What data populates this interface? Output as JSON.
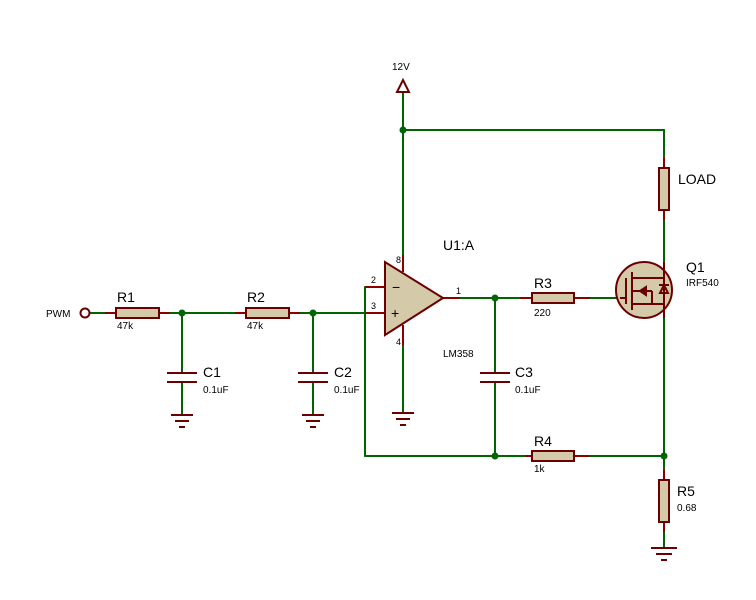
{
  "colors": {
    "wire": "#006400",
    "component_outline": "#6b0000",
    "resistor_fill": "#d4c9a8",
    "pin": "#8b0000"
  },
  "labels": {
    "pwm": "PWM",
    "supply": "12V",
    "load": "LOAD",
    "opamp_ref": "U1:A",
    "opamp_part": "LM358",
    "transistor_ref": "Q1",
    "transistor_part": "IRF540"
  },
  "pins": {
    "p8": "8",
    "p4": "4",
    "p2": "2",
    "p3": "3",
    "p1": "1",
    "minus": "−",
    "plus": "+"
  },
  "components": {
    "R1": {
      "ref": "R1",
      "value": "47k"
    },
    "R2": {
      "ref": "R2",
      "value": "47k"
    },
    "R3": {
      "ref": "R3",
      "value": "220"
    },
    "R4": {
      "ref": "R4",
      "value": "1k"
    },
    "R5": {
      "ref": "R5",
      "value": "0.68"
    },
    "C1": {
      "ref": "C1",
      "value": "0.1uF"
    },
    "C2": {
      "ref": "C2",
      "value": "0.1uF"
    },
    "C3": {
      "ref": "C3",
      "value": "0.1uF"
    }
  }
}
